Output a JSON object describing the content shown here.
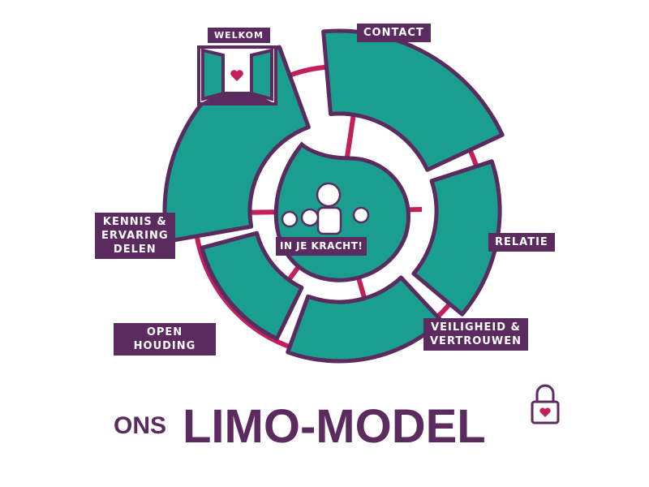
{
  "colors": {
    "teal": "#1a9e8f",
    "purple": "#5b2a5f",
    "magenta": "#c21f5b"
  },
  "labels": {
    "welkom": "WELKOM",
    "contact": "CONTACT",
    "relatie": "RELATIE",
    "veiligheid_1": "VEILIGHEID &",
    "veiligheid_2": "VERTROUWEN",
    "openhouding_1": "OPEN",
    "openhouding_2": "HOUDING",
    "kennis_1": "KENNIS &",
    "kennis_2": "ERVARING",
    "kennis_3": "DELEN",
    "center": "IN JE KRACHT!"
  },
  "title": {
    "prefix": "ONS",
    "main": "LIMO-MODEL"
  }
}
